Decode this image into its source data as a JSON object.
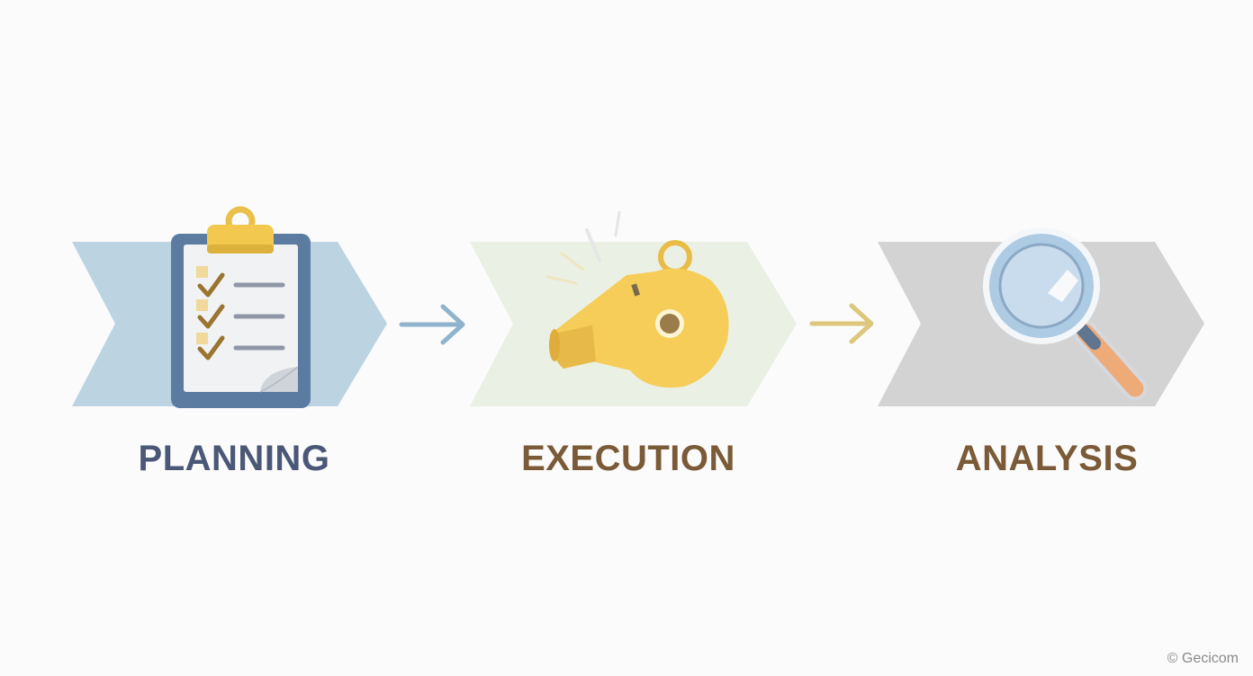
{
  "diagram": {
    "stages": [
      {
        "label": "PLANNING",
        "icon": "clipboard-checklist-icon",
        "chevron_color": "#b9d1e0",
        "label_color": "#4a5777"
      },
      {
        "label": "EXECUTION",
        "icon": "whistle-icon",
        "chevron_color": "#e9efe3",
        "label_color": "#7a5a37"
      },
      {
        "label": "ANALYSIS",
        "icon": "magnifying-glass-icon",
        "chevron_color": "#d2d2d2",
        "label_color": "#7a5a37"
      }
    ],
    "connectors": [
      {
        "icon": "arrow-right-icon",
        "color": "#8fb3cc"
      },
      {
        "icon": "arrow-right-icon",
        "color": "#d9c47a"
      }
    ]
  },
  "watermark": "© Gecicom"
}
